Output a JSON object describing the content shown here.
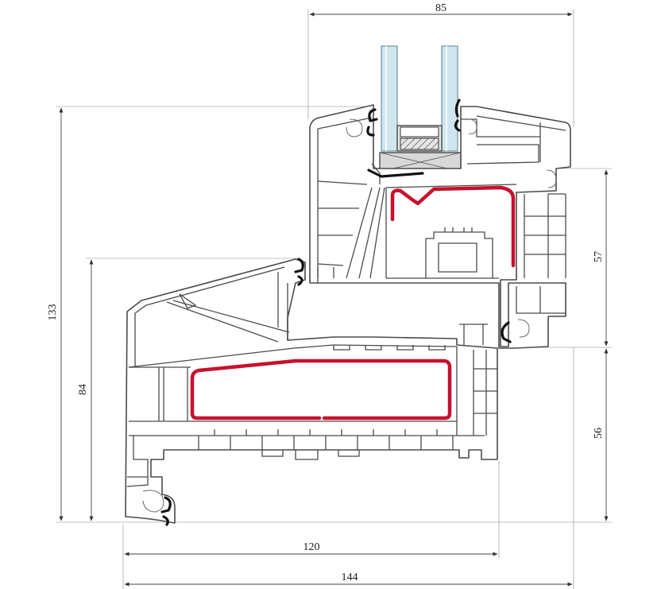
{
  "dimensions": {
    "top_width": "85",
    "total_height": "133",
    "frame_height": "84",
    "sash_right_height": "57",
    "frame_right_height": "56",
    "frame_width": "120",
    "total_width": "144"
  },
  "colors": {
    "reinforcement": "#c8102e",
    "glass": "#cfe6ef",
    "profile_outline": "#4a4a4a",
    "gasket": "#111111"
  }
}
